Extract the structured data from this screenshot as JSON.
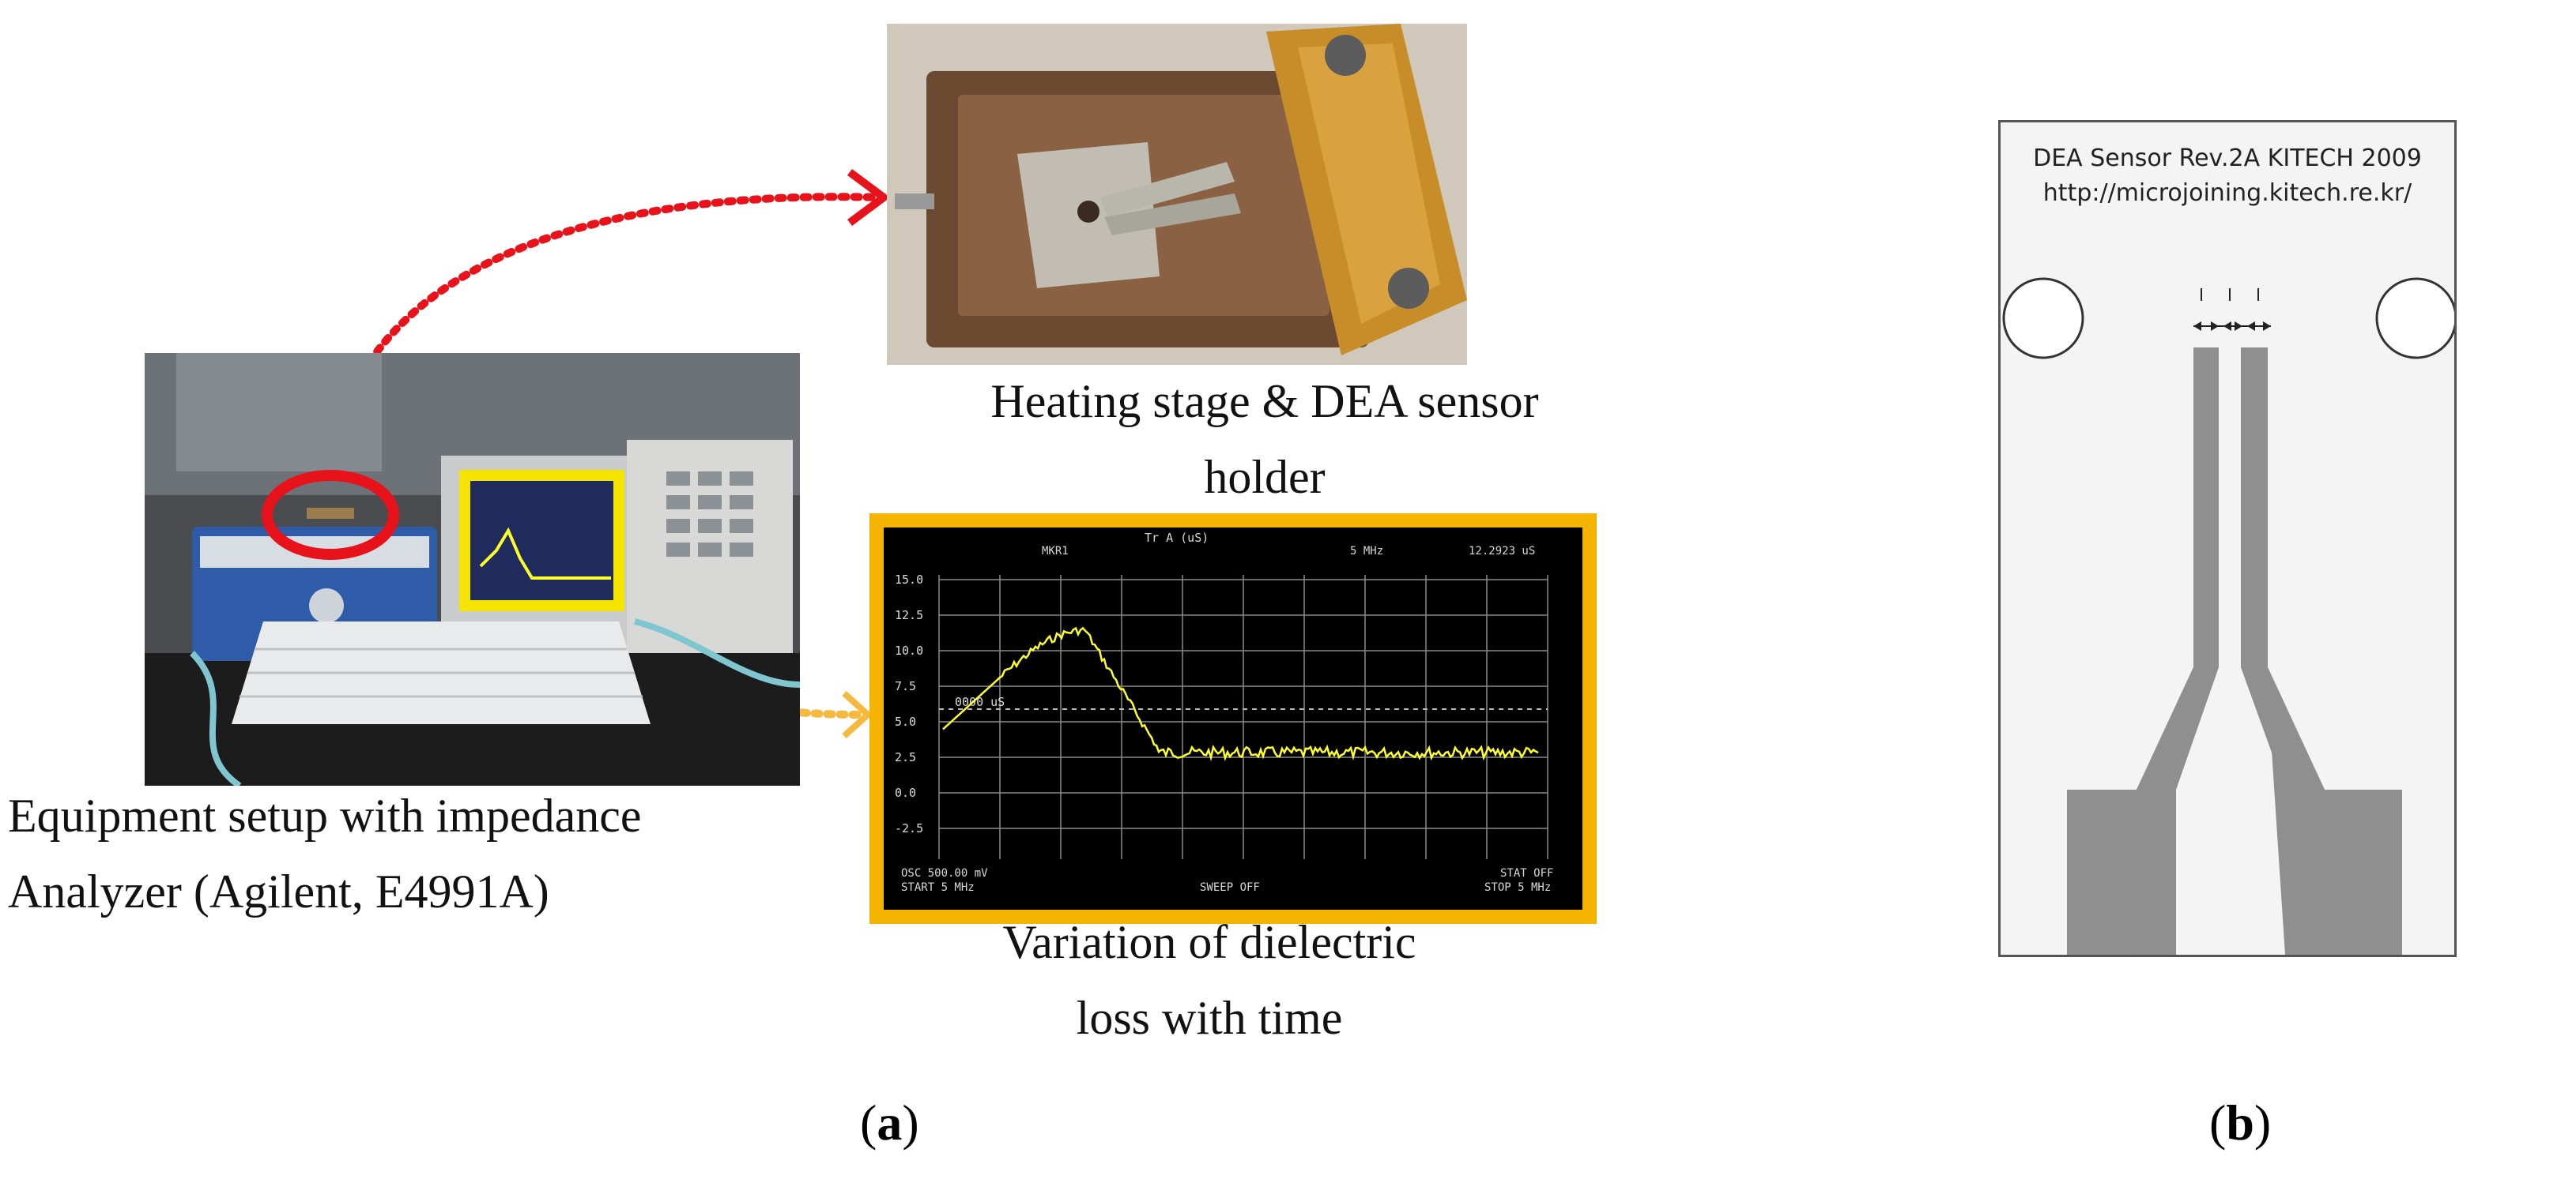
{
  "panel_a": {
    "label_open": "(",
    "label_letter": "a",
    "label_close": ")",
    "captions": {
      "equipment_line1": "Equipment setup with impedance",
      "equipment_line2": "Analyzer (Agilent, E4991A)",
      "heating_line1": "Heating stage & DEA sensor",
      "heating_line2": "holder",
      "variation_line1": "Variation of dielectric",
      "variation_line2": "loss with time"
    },
    "annotation_colors": {
      "sensor_marker": "#e8121b",
      "screen_marker": "#f5e400",
      "screen_arrow": "#f5b940",
      "frame": "#f4b400",
      "trace": "#ffff2a"
    },
    "scope_screen": {
      "header_center": "Tr A (uS)",
      "header_sub": "MKR1",
      "header_freq": "5 MHz",
      "header_value": "12.2923 uS",
      "y_ticks": [
        "15.0",
        "12.5",
        "10.0",
        "7.5",
        "5.0",
        "2.5",
        "0.0",
        "-2.5"
      ],
      "ref_text": "0000 uS",
      "footer_left_top": "OSC 500.00 mV",
      "footer_left_bottom": "START  5 MHz",
      "footer_center": "SWEEP OFF",
      "footer_right_top": "STAT OFF",
      "footer_right_bottom": "STOP  5 MHz"
    }
  },
  "panel_b": {
    "label_open": "(",
    "label_letter": "b",
    "label_close": ")",
    "sensor_title": "DEA Sensor  Rev.2A  KITECH  2009",
    "sensor_url": "http://microjoining.kitech.re.kr/"
  }
}
